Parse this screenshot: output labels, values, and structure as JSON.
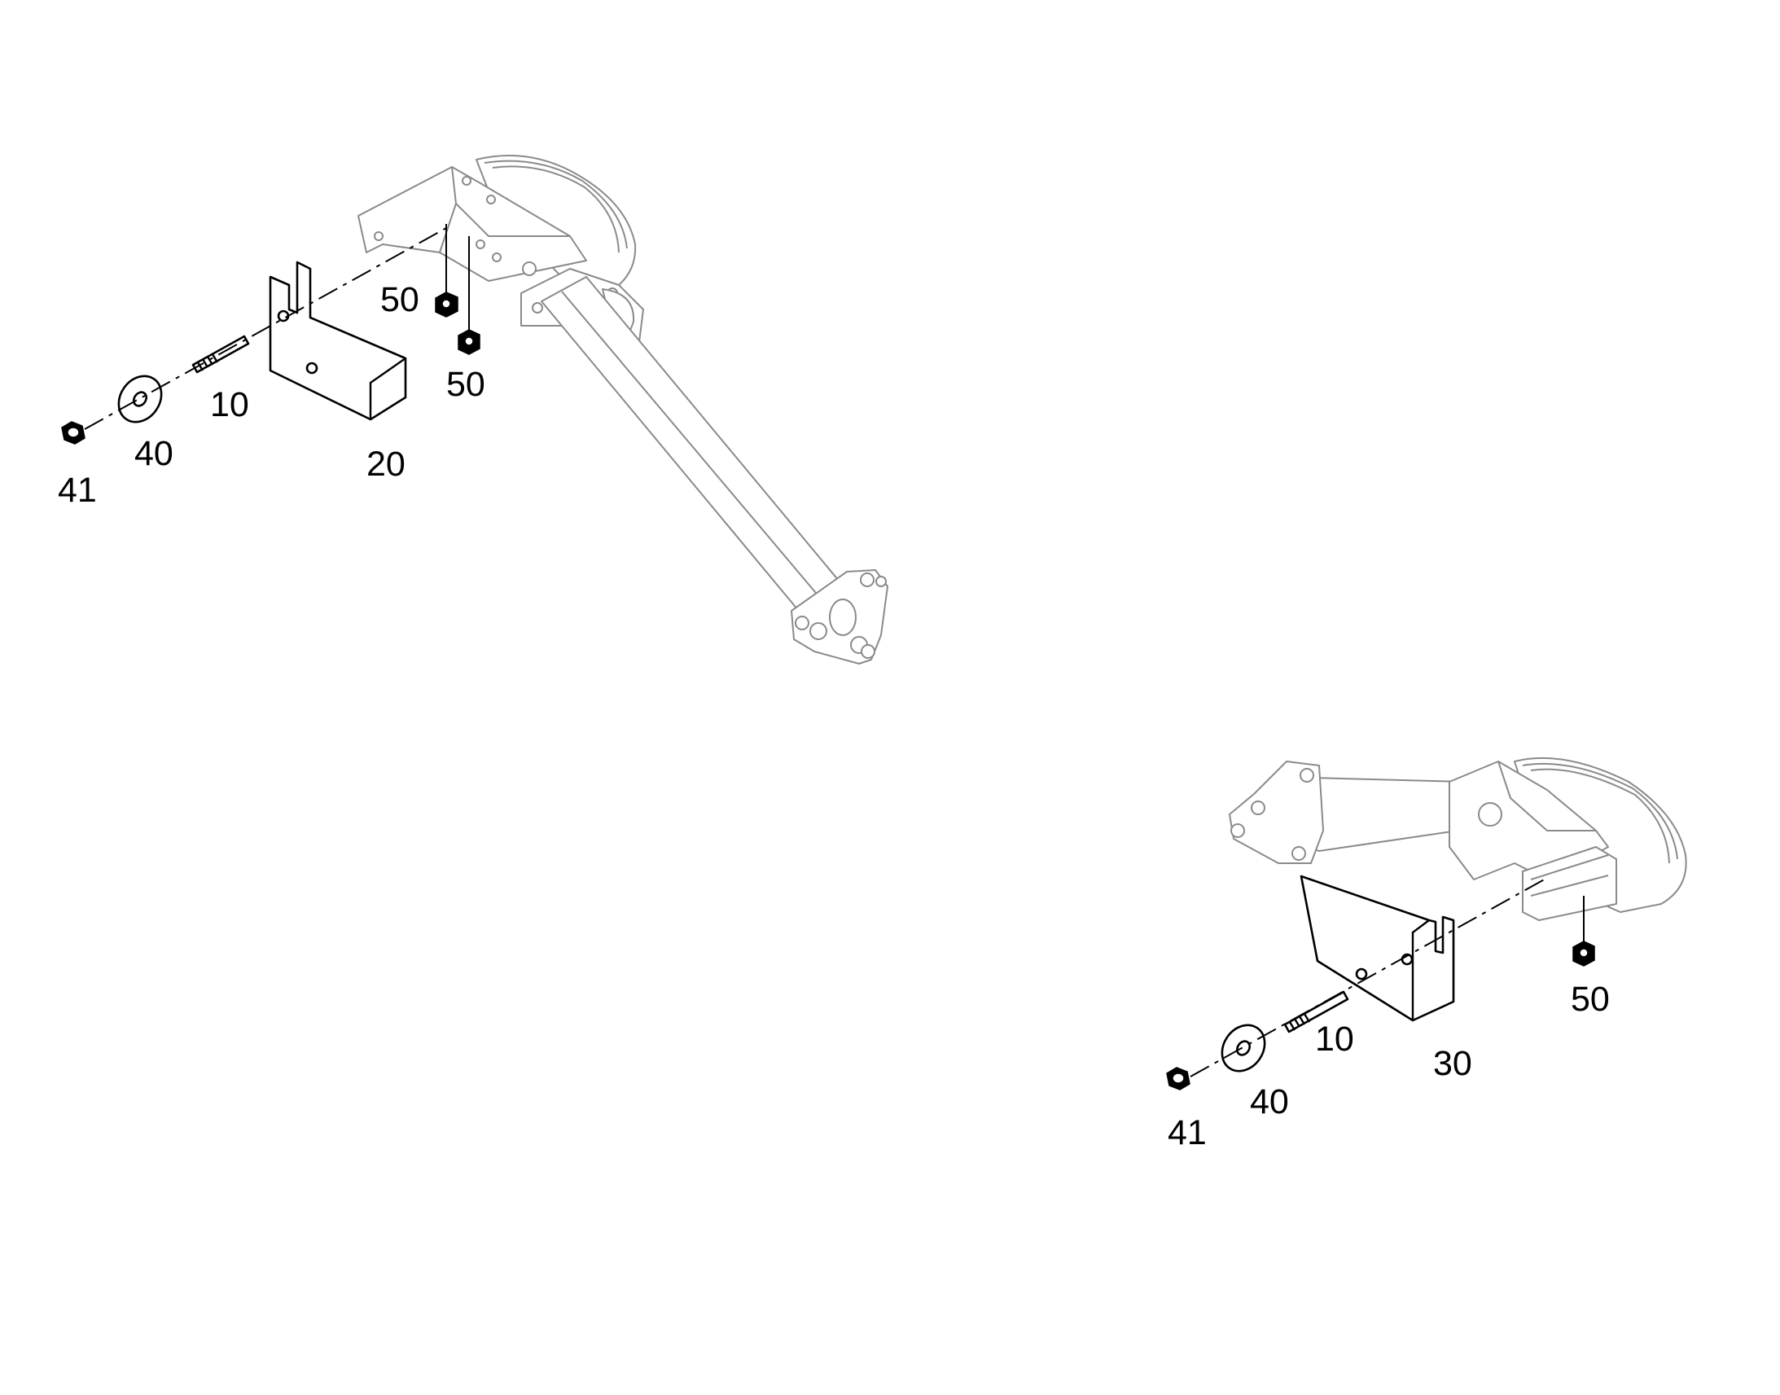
{
  "callouts": {
    "top": {
      "stud": "10",
      "bracket": "20",
      "washer": "40",
      "nut": "41",
      "cage_nut_upper": "50",
      "cage_nut_lower": "50"
    },
    "bottom": {
      "stud": "10",
      "bracket": "30",
      "washer": "40",
      "nut": "41",
      "cage_nut": "50"
    }
  },
  "colors": {
    "outline": "#000000",
    "ghost_outline": "#8a8a8a",
    "background": "#ffffff"
  }
}
